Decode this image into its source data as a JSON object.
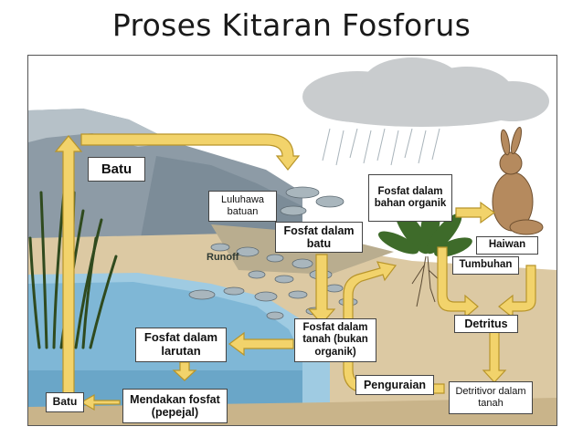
{
  "title": "Proses Kitaran Fosforus",
  "labels": {
    "batu_top": "Batu",
    "luluhawa": "Luluhawa batuan",
    "fosfat_batu": "Fosfat dalam batu",
    "fosfat_organik": "Fosfat dalam bahan organik",
    "haiwan": "Haiwan",
    "tumbuhan": "Tumbuhan",
    "detritus": "Detritus",
    "fosfat_tanah": "Fosfat dalam tanah (bukan organik)",
    "fosfat_larutan": "Fosfat dalam larutan",
    "penguraian": "Penguraian",
    "detritivor": "Detritivor dalam tanah",
    "batu_bottom": "Batu",
    "mendakan": "Mendakan fosfat (pepejal)",
    "runoff": "Runoff"
  },
  "colors": {
    "arrow": "#f2d36b",
    "arrow_stroke": "#b8952a",
    "water": "#9ccbe3",
    "ground": "#d9c59c",
    "mountain": "#8fa0ad",
    "grass": "#2f4a1e"
  }
}
